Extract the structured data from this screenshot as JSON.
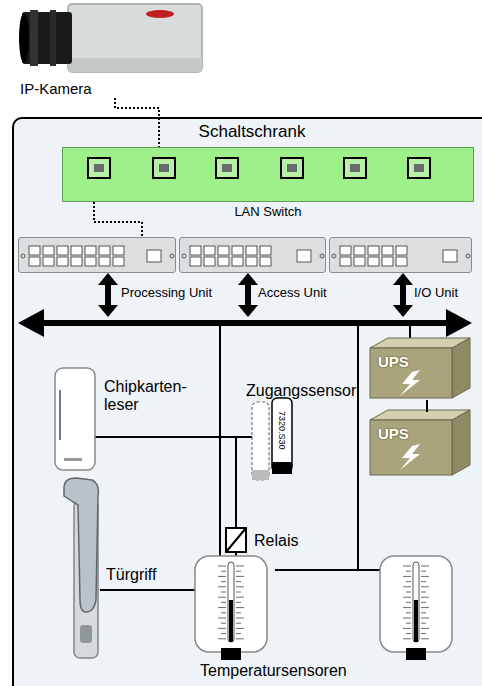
{
  "diagram": {
    "nodes": [
      {
        "text": [
          "IP-Kamera"
        ]
      },
      {
        "text": [
          "Schaltschrank"
        ]
      },
      {
        "text": [
          "LAN Switch"
        ],
        "in": 1
      },
      {
        "text": [
          "Processing Unit"
        ],
        "in": 1
      },
      {
        "text": [
          "Access Unit"
        ],
        "in": 1
      },
      {
        "text": [
          "I/O Unit"
        ],
        "in": 1
      },
      {
        "text": [
          "UPS"
        ],
        "in": 1
      },
      {
        "text": [
          "UPS"
        ],
        "in": 1
      }
    ],
    "edges": [
      {
        "from": 0,
        "to": 2,
        "arrow": "none"
      },
      {
        "from": 2,
        "to": 3,
        "arrow": "none"
      },
      {
        "from": 6,
        "to": 7,
        "arrow": "none"
      }
    ],
    "labels": [
      "Chipkarten- leser",
      "Zugangssensor",
      "7320.S30",
      "Relais",
      "Türgriff",
      "Temperatursensoren"
    ]
  }
}
